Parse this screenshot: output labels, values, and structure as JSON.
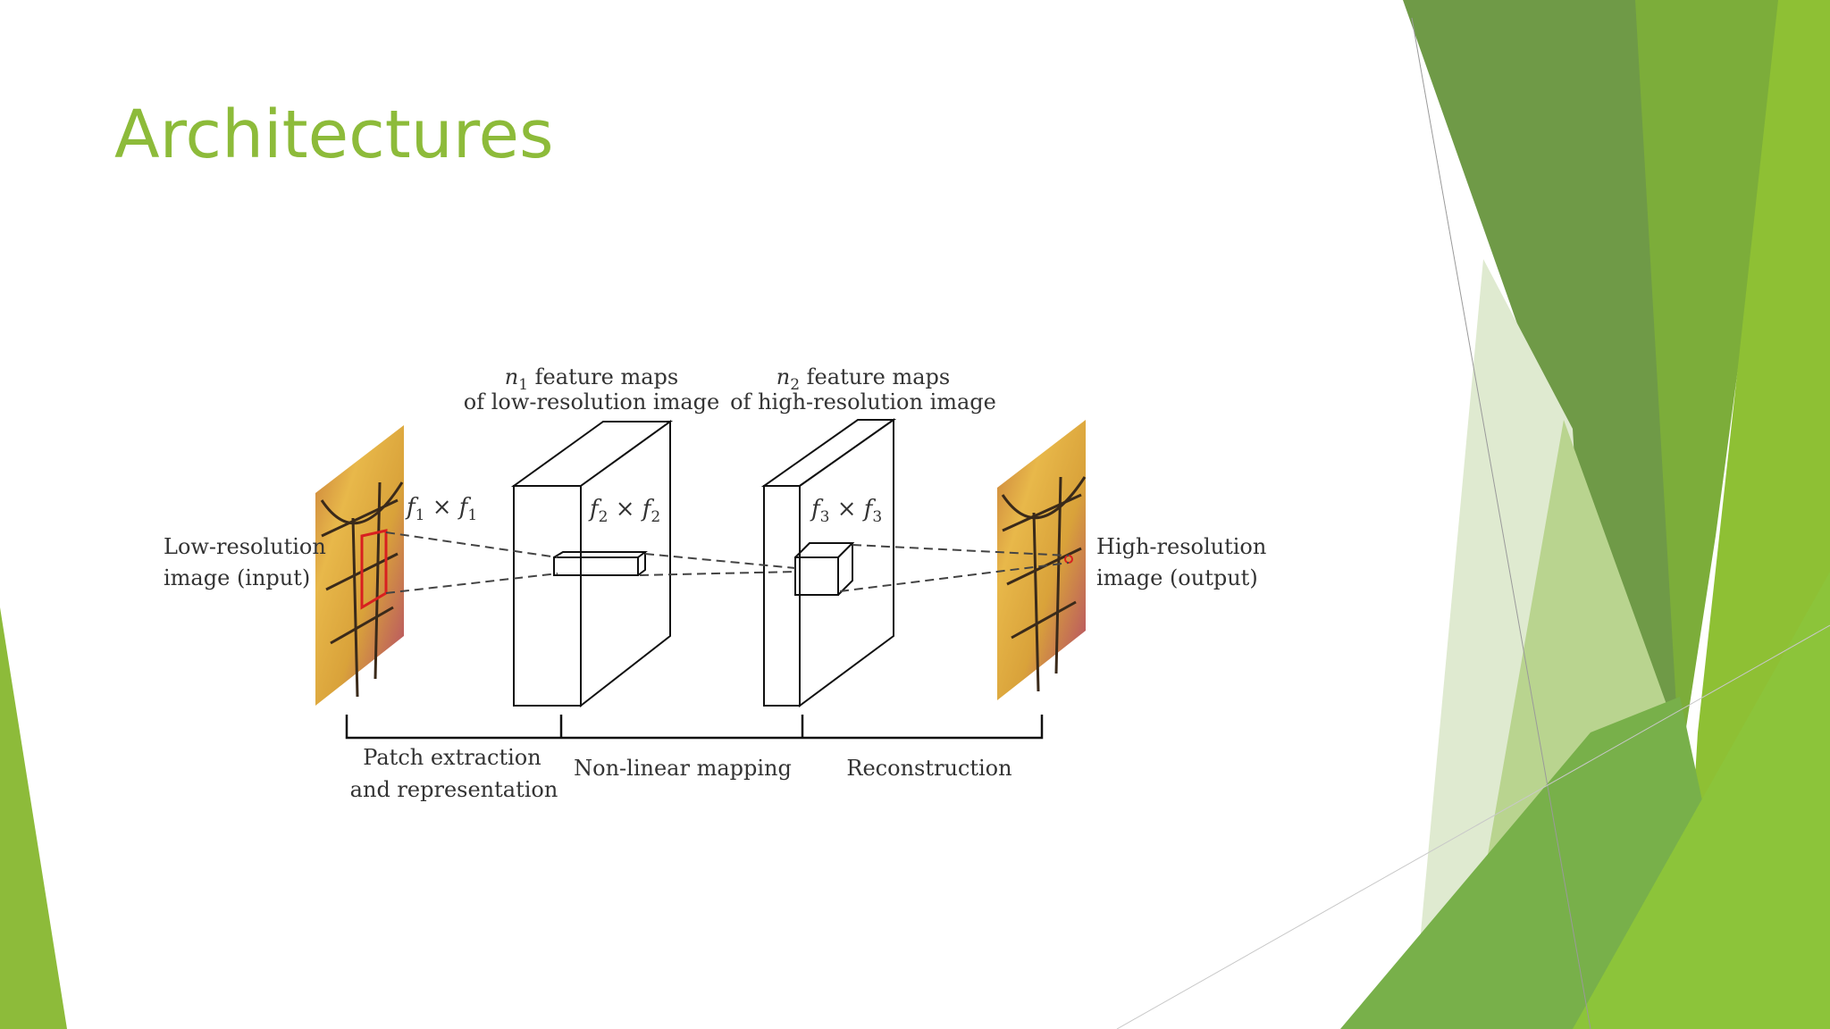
{
  "slide": {
    "title": "Architectures",
    "accent_color": "#8dbb3a"
  },
  "diagram": {
    "input_label": [
      "Low-resolution",
      "image (input)"
    ],
    "output_label": [
      "High-resolution",
      "image (output)"
    ],
    "block1_caption": {
      "var": "n",
      "sub": "1",
      "rest": " feature maps",
      "line2": "of low-resolution image"
    },
    "block2_caption": {
      "var": "n",
      "sub": "2",
      "rest": " feature maps",
      "line2": "of high-resolution image"
    },
    "filter1": {
      "a": "f",
      "a_sub": "1",
      "times": " × ",
      "b": "f",
      "b_sub": "1"
    },
    "filter2": {
      "a": "f",
      "a_sub": "2",
      "times": " × ",
      "b": "f",
      "b_sub": "2"
    },
    "filter3": {
      "a": "f",
      "a_sub": "3",
      "times": " × ",
      "b": "f",
      "b_sub": "3"
    },
    "stage1": [
      "Patch extraction",
      "and representation"
    ],
    "stage2": "Non-linear mapping",
    "stage3": "Reconstruction"
  }
}
